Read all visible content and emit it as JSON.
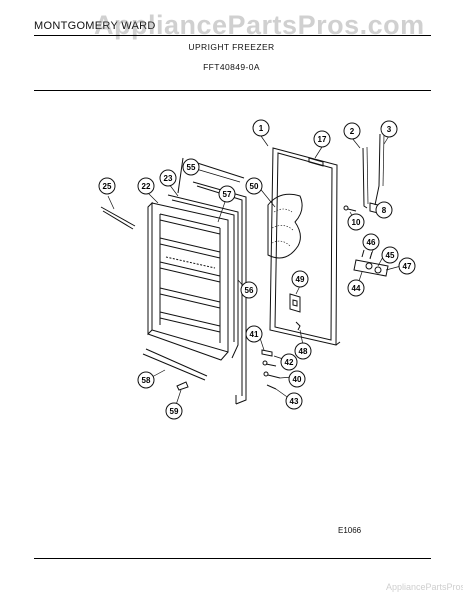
{
  "header": {
    "brand": "MONTGOMERY WARD",
    "watermark": "AppliancePartsPros.com",
    "title": "UPRIGHT FREEZER",
    "model": "FFT40849-0A"
  },
  "diagram": {
    "code": "E1066",
    "callouts": [
      "1",
      "2",
      "3",
      "8",
      "10",
      "17",
      "22",
      "23",
      "25",
      "40",
      "41",
      "42",
      "43",
      "44",
      "45",
      "46",
      "47",
      "48",
      "49",
      "50",
      "55",
      "56",
      "57",
      "58",
      "59"
    ]
  },
  "footer_watermark": "AppliancePartsPros.com"
}
